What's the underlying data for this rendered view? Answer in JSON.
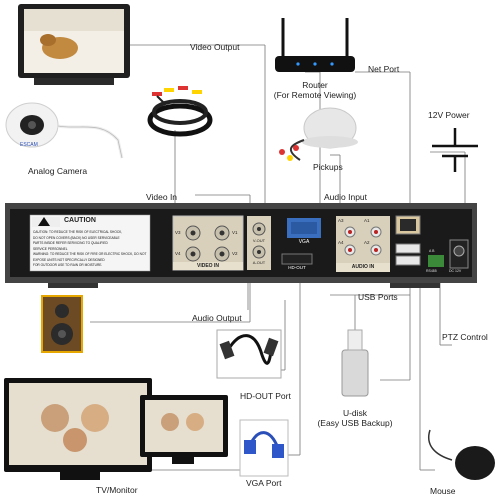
{
  "labels": {
    "video_output": "Video Output",
    "router": "Router",
    "router_sub": "(For Remote Viewing)",
    "net_port": "Net Port",
    "power": "12V Power",
    "analog_camera": "Analog Camera",
    "pickups": "Pickups",
    "video_in": "Video In",
    "audio_input": "Audio Input",
    "audio_output": "Audio Output",
    "usb_ports": "USB Ports",
    "ptz_control": "PTZ Control",
    "hdout_port": "HD-OUT Port",
    "udisk": "U-disk",
    "udisk_sub": "(Easy USB Backup)",
    "vga_port": "VGA Port",
    "tv_monitor": "TV/Monitor",
    "mouse": "Mouse"
  },
  "dvr": {
    "caution_title": "CAUTION",
    "caution_lines": [
      "CAUTION: TO REDUCE THE RISK OF ELECTRICAL SHOCK,",
      "DO NOT OPEN COVERS (BACK) NO USER SERVICEABLE",
      "PARTS INSIDE REFER SERVICING TO QUALIFIED",
      "SERVICE PERSONNEL",
      "WARNING: TO REDUCE THE RISK OF FIRE OR ELECTRIC SHOCK, DO NOT",
      "EXPOSE UNITS NOT SPECIFICALLY DESIGNED",
      "FOR OUTDOOR USE TO RAIN OR MOISTURE."
    ],
    "video_in_tag": "VIDEO IN",
    "vch": [
      "V3",
      "V1",
      "V4",
      "V2"
    ],
    "v_out": "V-OUT",
    "a_out": "A-OUT",
    "vga": "VGA",
    "hd_out": "HD-OUT",
    "ach": [
      "A3",
      "A1",
      "A4",
      "A2"
    ],
    "audio_in_tag": "AUDIO IN",
    "rs485": "RS485",
    "ab": "A  B",
    "dc12v": "DC 12V"
  },
  "camera_brand": "ESCAM"
}
